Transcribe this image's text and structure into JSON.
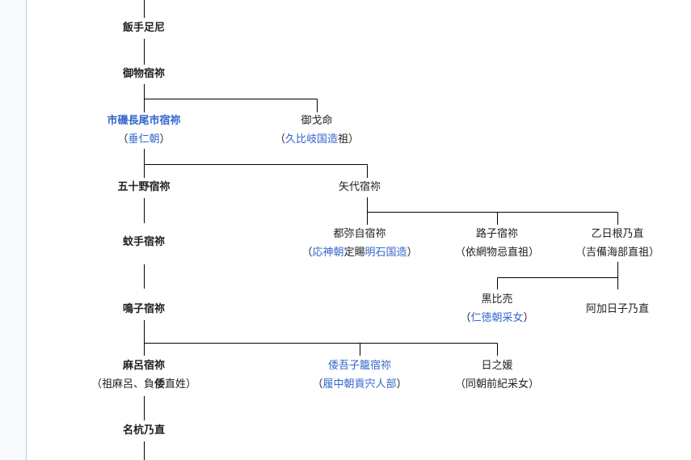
{
  "colors": {
    "text": "#202122",
    "link": "#3366cc",
    "line": "#000000",
    "sidebar_border": "#a7d7f9"
  },
  "nodes": {
    "iitetarine": {
      "name": "飯手足尼"
    },
    "mimono": {
      "name": "御物宿祢"
    },
    "ichishiki": {
      "name": "市磯長尾市宿祢",
      "note": "（垂仁朝）",
      "note_text": "垂仁朝"
    },
    "mihoko": {
      "name": "御戈命",
      "note": "（久比岐国造祖）",
      "note_text": "久比岐国造"
    },
    "isono": {
      "name": "五十野宿祢"
    },
    "yashiro": {
      "name": "矢代宿祢"
    },
    "tsumiyori": {
      "name": "都弥自宿祢",
      "note_parts": [
        "（",
        "応神朝",
        "定賜",
        "明石国造",
        "）"
      ]
    },
    "michiko": {
      "name": "路子宿祢",
      "note": "（依網物忌直祖）"
    },
    "otohine": {
      "name": "乙日根乃直",
      "note": "（吉備海部直祖）"
    },
    "kade": {
      "name": "蚊手宿祢"
    },
    "kurohime": {
      "name": "黒比売",
      "note": "（仁徳朝采女）",
      "note_text": "仁徳朝采女"
    },
    "akahiko": {
      "name": "阿加日子乃直"
    },
    "naruko": {
      "name": "鳴子宿祢"
    },
    "maro": {
      "name": "麻呂宿祢",
      "note_parts": [
        "（祖麻呂、負",
        "倭",
        "直姓）"
      ]
    },
    "wagoko": {
      "name": "倭吾子籠宿祢",
      "note": "（履中朝貢宍人部）",
      "note_text": "履中朝"
    },
    "hinohime": {
      "name": "日之媛",
      "note": "（同朝前紀采女）"
    },
    "nakui": {
      "name": "名杭乃直"
    }
  }
}
